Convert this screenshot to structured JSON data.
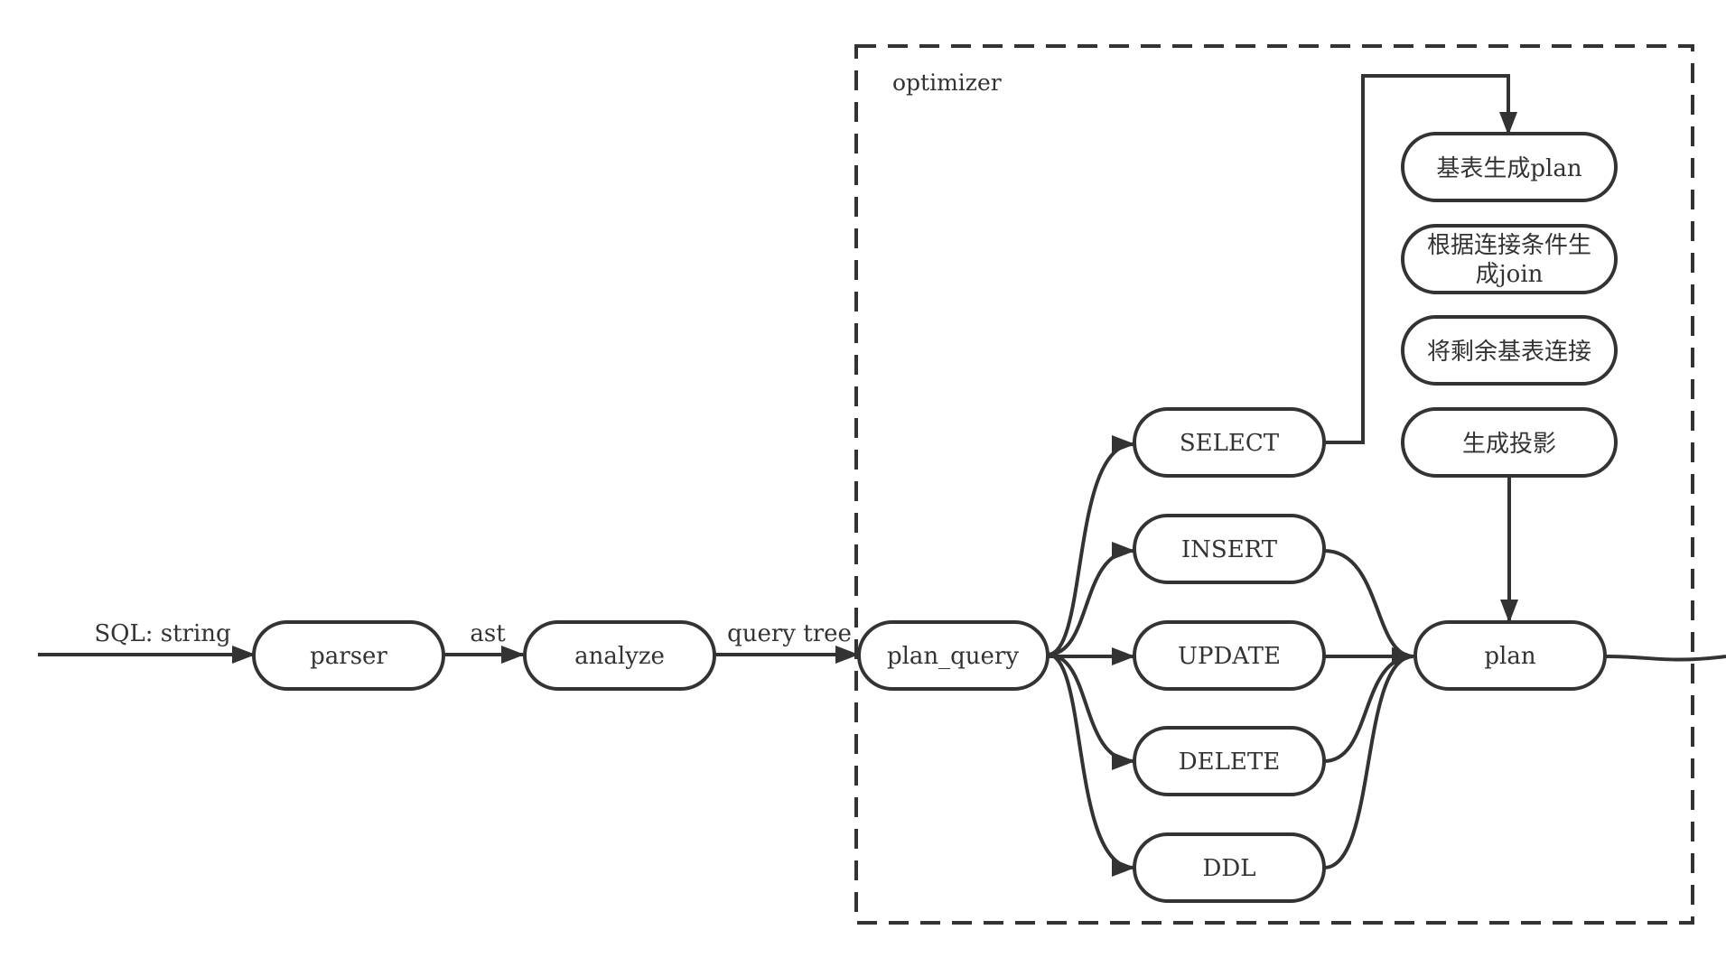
{
  "diagram": {
    "input_label": "SQL: string",
    "nodes": {
      "parser": "parser",
      "analyze": "analyze",
      "plan_query": "plan_query",
      "select": "SELECT",
      "insert": "INSERT",
      "update": "UPDATE",
      "delete": "DELETE",
      "ddl": "DDL",
      "plan": "plan",
      "base_table_plan": "基表生成plan",
      "join_line1": "根据连接条件生",
      "join_line2": "成join",
      "connect_rest": "将剩余基表连接",
      "projection": "生成投影"
    },
    "edge_labels": {
      "ast": "ast",
      "query_tree": "query tree"
    },
    "group_label": "optimizer",
    "colors": {
      "stroke": "#333333",
      "text": "#333333",
      "background": "#ffffff"
    }
  }
}
